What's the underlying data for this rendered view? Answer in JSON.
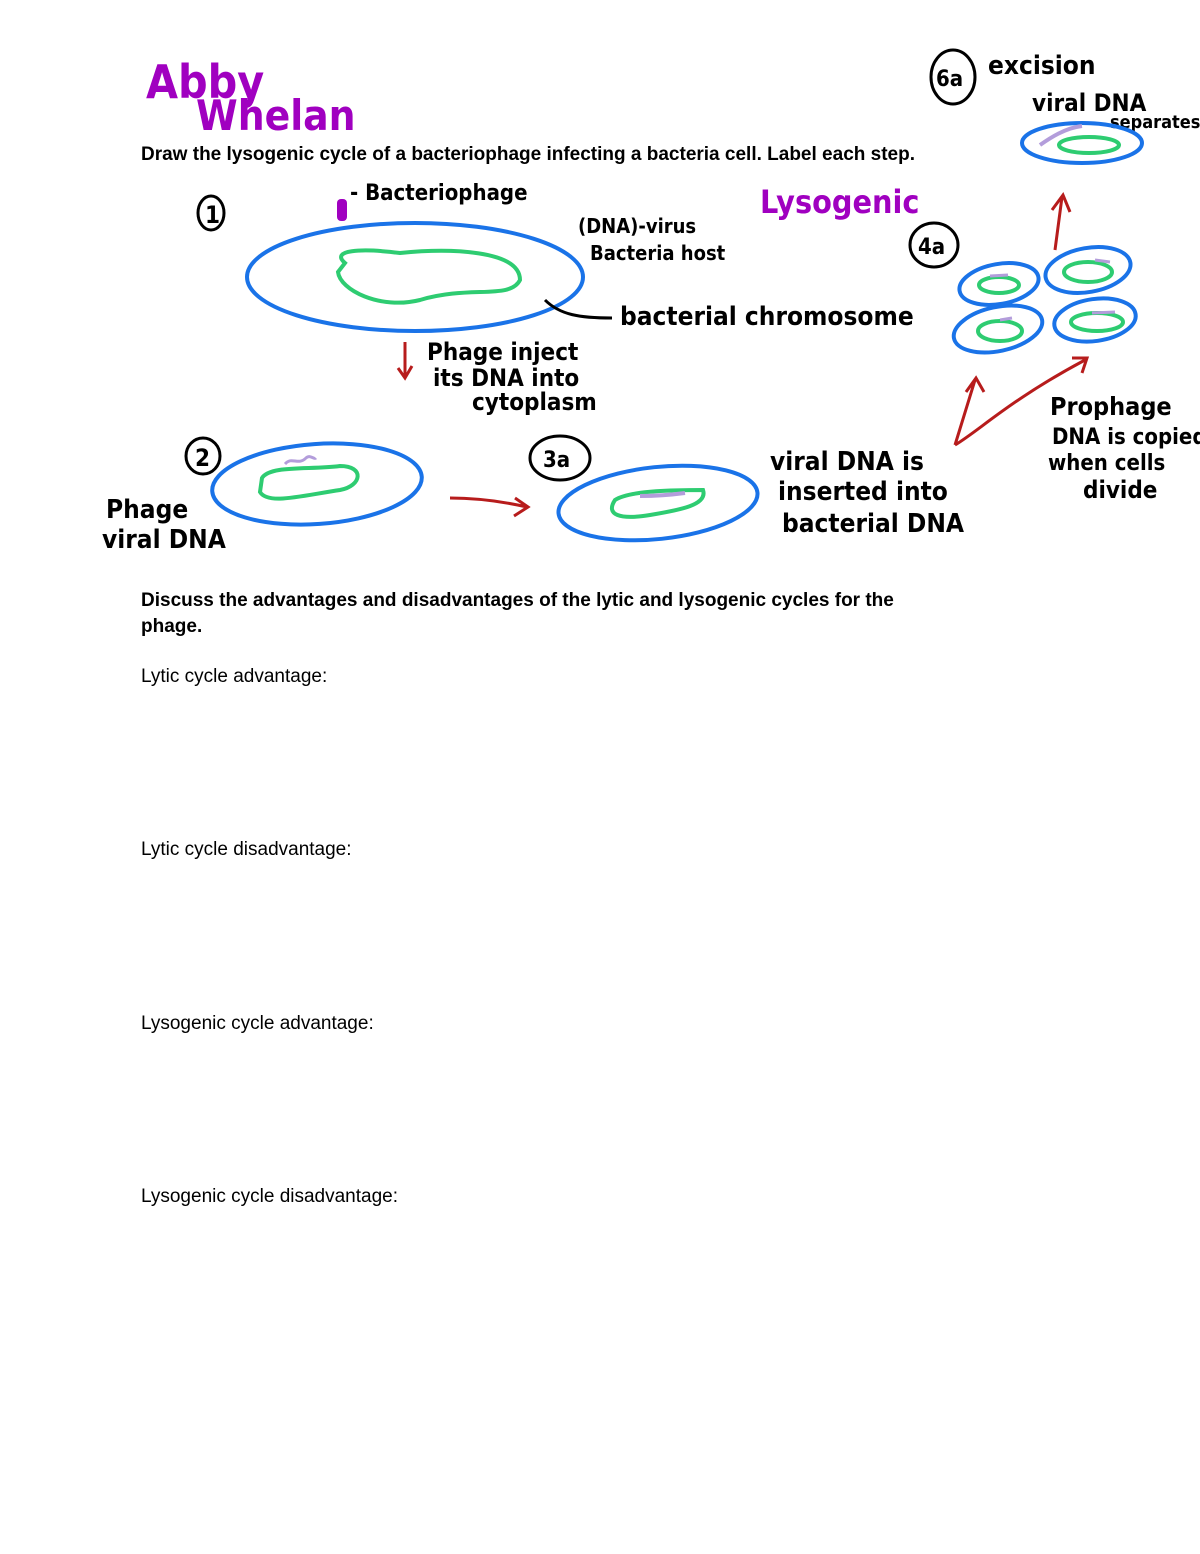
{
  "student_name": {
    "first": "Abby",
    "last": "Whelan"
  },
  "prompt1": "Draw the lysogenic cycle of a bacteriophage infecting a bacteria cell. Label each step.",
  "prompt2_line1": "Discuss the advantages and disadvantages of the lytic and lysogenic cycles for the",
  "prompt2_line2": "phage.",
  "answers": [
    {
      "label": "Lytic cycle advantage:"
    },
    {
      "label": "Lytic cycle disadvantage:"
    },
    {
      "label": "Lysogenic cycle advantage:"
    },
    {
      "label": "Lysogenic cycle disadvantage:"
    }
  ],
  "drawing": {
    "title": "Lysogenic",
    "steps": {
      "s1": "1",
      "s2": "2",
      "s3": "3a",
      "s4": "4a",
      "s6": "6a"
    },
    "labels": {
      "bacteriophage": "- Bacteriophage",
      "dna_virus": "(DNA)-virus",
      "bacteria_host": "Bacteria host",
      "chromosome": "bacterial chromosome",
      "inject1": "Phage inject",
      "inject2": "its DNA into",
      "inject3": "cytoplasm",
      "phage1": "Phage",
      "phage2": "viral DNA",
      "insert1": "viral DNA is",
      "insert2": "inserted into",
      "insert3": "bacterial DNA",
      "prophage1": "Prophage",
      "prophage2": "DNA is copied",
      "prophage3": "when cells",
      "prophage4": "divide",
      "excision": "excision",
      "sep1": "viral DNA",
      "sep2": "separates"
    },
    "colors": {
      "cell": "#1a73e8",
      "chromosome": "#2ecc71",
      "viral": "#b39ddb",
      "arrow": "#b71c1c",
      "name": "#a000c0"
    }
  }
}
